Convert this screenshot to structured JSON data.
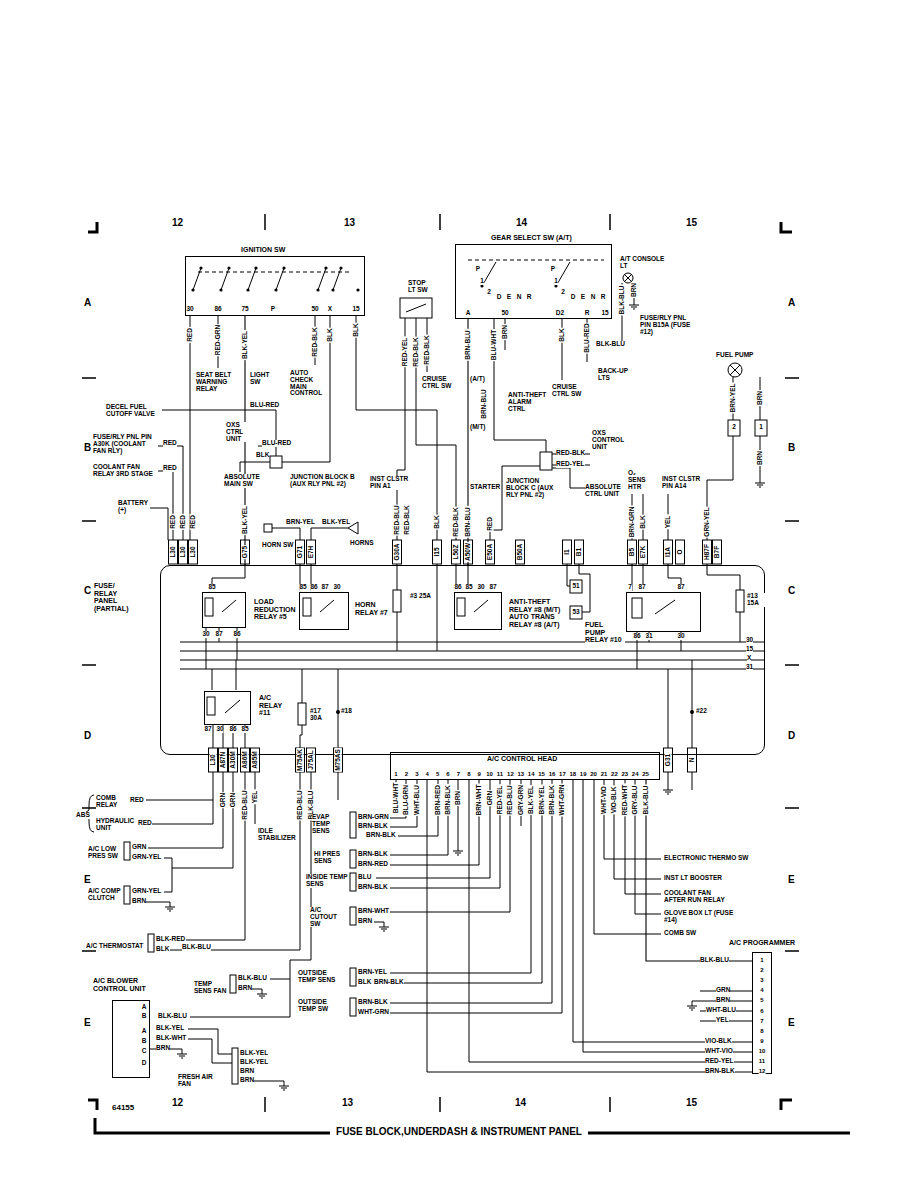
{
  "diagram": {
    "title": "FUSE BLOCK,UNDERDASH & INSTRUMENT PANEL",
    "nodes": [
      {
        "text": [
          "IGNITION SW"
        ]
      },
      {
        "text": [
          "GEAR SELECT SW (A/T)"
        ]
      },
      {
        "text": [
          "FUSE/ RELAY PANEL (PARTIAL)"
        ]
      },
      {
        "text": [
          "LOAD REDUCTION RELAY #5"
        ],
        "in": 2
      },
      {
        "text": [
          "HORN RELAY #7"
        ],
        "in": 2
      },
      {
        "text": [
          "ANTI-THEFT RELAY #8 (M/T) AUTO TRANS RELAY #8 (A/T)"
        ],
        "in": 2
      },
      {
        "text": [
          "FUEL PUMP RELAY #10"
        ],
        "in": 2
      },
      {
        "text": [
          "A/C RELAY #11"
        ],
        "in": 2
      },
      {
        "text": [
          "A/C CONTROL HEAD"
        ]
      },
      {
        "text": [
          "A/C PROGRAMMER"
        ]
      },
      {
        "text": [
          "A/C BLOWER CONTROL UNIT"
        ]
      }
    ],
    "edges": [
      {
        "from": 0,
        "to": 2,
        "arrow": "none"
      },
      {
        "from": 1,
        "to": 2,
        "arrow": "none"
      },
      {
        "from": 8,
        "to": 9,
        "arrow": "none"
      }
    ],
    "labels": [
      "12",
      "13",
      "14",
      "15",
      "A",
      "B",
      "C",
      "D",
      "E",
      "E",
      "A",
      "B",
      "C",
      "D",
      "E",
      "E",
      "12",
      "13",
      "14",
      "15",
      "64155",
      "30",
      "86",
      "75",
      "P",
      "50",
      "X",
      "15",
      "RED",
      "RED-GRN",
      "BLK-YEL",
      "RED-BLK",
      "BLK",
      "BLK",
      "SEAT BELT WARNING RELAY",
      "LIGHT SW",
      "AUTO CHECK MAIN CONTROL",
      "STOP LT SW",
      "RED-YEL",
      "RED-BLK",
      "RED-BLK",
      "CRUISE CTRL SW",
      "A",
      "50",
      "D2",
      "R",
      "15",
      "P",
      "1",
      "2",
      "D",
      "E",
      "N",
      "R",
      "P",
      "1",
      "2",
      "D",
      "E",
      "N",
      "R",
      "BRN-BLU",
      "BLU-WHT",
      "BRN",
      "BLK",
      "BLU-RED",
      "BLK-BLU",
      "CRUISE CTRL SW",
      "BACK-UP LTS",
      "A/T CONSOLE LT",
      "BLK-BLU",
      "BRN",
      "FUSE/RLY PNL PIN B15A (FUSE #12)",
      "(A/T)",
      "ANTI-THEFT ALARM CTRL",
      "(M/T)",
      "BRN-BLU",
      "FUEL PUMP",
      "BRN-YEL",
      "BRN",
      "2",
      "1",
      "BRN",
      "DECEL FUEL CUTOFF VALVE",
      "BLU-RED",
      "OXS CTRL UNIT",
      "BLU-RED",
      "FUSE/RLY PNL PIN A30K (COOLANT FAN RLY)",
      "RED",
      "COOLANT FAN RELAY 3RD STAGE",
      "RED",
      "ABSOLUTE MAIN SW",
      "BLK",
      "JUNCTION BLOCK B (AUX RLY PNL #2)",
      "BATTERY (+)",
      "RED",
      "RED",
      "RED",
      "BLK-YEL",
      "BRN-YEL",
      "BLK-YEL",
      "HORN SW",
      "HORNS",
      "INST CLSTR PIN A1",
      "RED-BLU",
      "RED-BLK",
      "BLK",
      "RED-BLK",
      "BRN-BLU",
      "STARTER",
      "RED",
      "JUNCTION BLOCK C (AUX RLY PNL #2)",
      "RED-BLK",
      "RED-YEL",
      "OXS CONTROL UNIT",
      "ABSOLUTE CTRL UNIT",
      "O₂ SENS HTR",
      "INST CLSTR PIN A14",
      "BRN-GRN",
      "BLK",
      "YEL",
      "GRN-YEL",
      "L30",
      "L30",
      "L30",
      "G75",
      "G71",
      "E7H",
      "G30A",
      "I15",
      "L50Z",
      "A50W",
      "E50A",
      "B50A",
      "I1",
      "B1",
      "B5",
      "E7K",
      "I1A",
      "O",
      "H87F",
      "B7F",
      "85",
      "30",
      "87",
      "86",
      "85",
      "86",
      "87",
      "30",
      "#3 25A",
      "86",
      "85",
      "30",
      "87",
      "51",
      "53",
      "7",
      "87",
      "87",
      "86",
      "31",
      "30",
      "#13 15A",
      "30",
      "15",
      "X",
      "31",
      "87",
      "30",
      "86",
      "85",
      "#17 30A",
      "#18",
      "#22",
      "L30",
      "A87N",
      "A30M",
      "A86M",
      "A85M",
      "M75AK",
      "J75AL",
      "M75AS",
      "G31",
      "N",
      "GRN",
      "GRN",
      "RED-BLU",
      "YEL",
      "RED-BLU",
      "BLK-BLU",
      "ABS",
      "COMB RELAY",
      "RED",
      "HYDRAULIC UNIT",
      "RED",
      "IDLE STABILIZER",
      "A/C LOW PRES SW",
      "GRN",
      "GRN-YEL",
      "A/C COMP CLUTCH",
      "GRN-YEL",
      "BRN",
      "A/C THERMOSTAT",
      "BLK-RED",
      "BLK",
      "BLK-BLU",
      "TEMP SENS FAN",
      "BLK-BLU",
      "BRN",
      "A",
      "B",
      "BLK-BLU",
      "A",
      "B",
      "C",
      "D",
      "BLK-YEL",
      "BLK-WHT",
      "BRN",
      "FRESH AIR FAN",
      "BLK-YEL",
      "BLK-YEL",
      "BRN",
      "BRN",
      "EVAP TEMP SENS",
      "BRN-GRN",
      "BRN-BLK",
      "BRN-BLK",
      "HI PRES SENS",
      "BRN-BLK",
      "BRN-RED",
      "INSIDE TEMP SENS",
      "BLU",
      "BRN-BLK",
      "A/C CUTOUT SW",
      "BRN-WHT",
      "BRN",
      "OUTSIDE TEMP SENS",
      "BRN-YEL",
      "BLK",
      "BRN-BLK",
      "OUTSIDE TEMP SW",
      "BRN-BLK",
      "WHT-GRN",
      "1",
      "2",
      "3",
      "4",
      "5",
      "6",
      "7",
      "8",
      "9",
      "10",
      "11",
      "12",
      "13",
      "14",
      "15",
      "16",
      "17",
      "18",
      "19",
      "20",
      "21",
      "22",
      "23",
      "24",
      "25",
      "BLU-WHT",
      "BLU-GRN",
      "WHT-BLU",
      "BRN-RED",
      "BRN-BLK",
      "BRN",
      "BRN-WHT",
      "GRN",
      "RED-YEL",
      "RED-BLU",
      "GRY-GRN",
      "BLK-YEL",
      "BRN-YEL",
      "BRN-BLK",
      "WHT-GRN",
      "WHT-VIO",
      "VIO-BLK",
      "RED-WHT",
      "GRY-BLU",
      "BLK-BLU",
      "ELECTRONIC THERMO SW",
      "INST LT BOOSTER",
      "COOLANT FAN AFTER RUN RELAY",
      "GLOVE BOX LT (FUSE #14)",
      "COMB SW",
      "1",
      "2",
      "3",
      "4",
      "5",
      "6",
      "7",
      "8",
      "9",
      "10",
      "11",
      "12",
      "BLK-BLU",
      "GRN",
      "BRN",
      "WHT-BLU",
      "YEL",
      "VIO-BLK",
      "WHT-VIO",
      "RED-YEL",
      "BRN-BLK"
    ]
  }
}
